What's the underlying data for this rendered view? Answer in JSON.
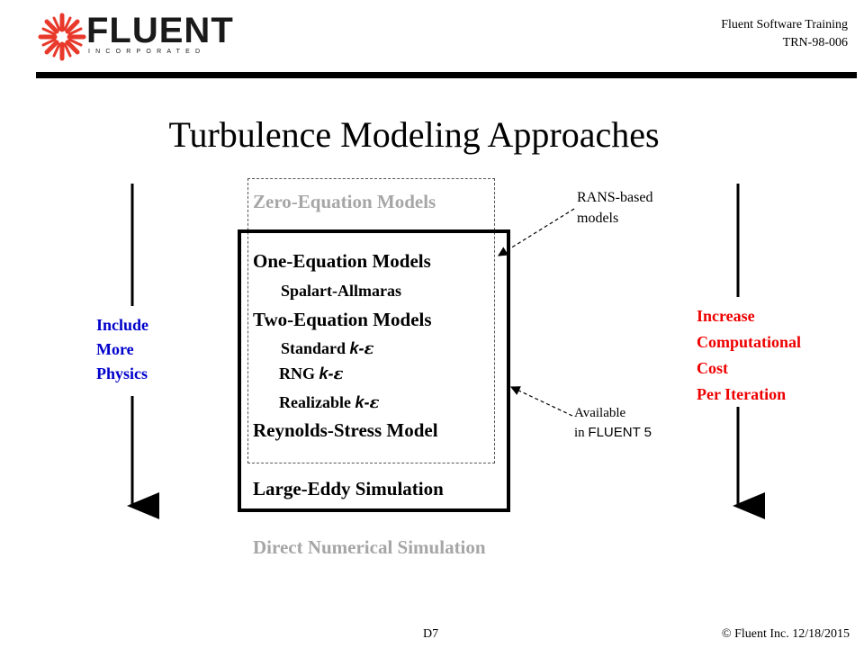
{
  "header": {
    "logo_text": "FLUENT",
    "logo_subtext": "INCORPORATED",
    "training_line": "Fluent Software Training",
    "doc_code": "TRN-98-006"
  },
  "slide": {
    "title": "Turbulence Modeling Approaches"
  },
  "models": {
    "zero": "Zero-Equation Models",
    "one": "One-Equation Models",
    "spalart": "Spalart-Allmaras",
    "two": "Two-Equation Models",
    "standard_prefix": "Standard ",
    "rng_prefix": "RNG ",
    "realizable_prefix": "Realizable ",
    "k_var": "k",
    "dash": "-",
    "epsilon": "ε",
    "reynolds": "Reynolds-Stress Model",
    "les": "Large-Eddy Simulation",
    "dns": "Direct Numerical Simulation"
  },
  "side_labels": {
    "left": [
      "Include",
      "More",
      "Physics"
    ],
    "right": [
      "Increase",
      "Computational",
      "Cost",
      "Per Iteration"
    ]
  },
  "annotations": {
    "rans_line1": "RANS-based",
    "rans_line2": "models",
    "available_line1": "Available",
    "available_prefix": "in ",
    "available_product": "FLUENT 5"
  },
  "footer": {
    "page": "D7",
    "copyright_symbol": "©",
    "copyright": " Fluent Inc. 12/18/2015"
  },
  "colors": {
    "left_label": "#0000cc",
    "right_label": "#ee0000",
    "inactive_model": "#a6a6a6",
    "logo_accent": "#e8392b"
  }
}
